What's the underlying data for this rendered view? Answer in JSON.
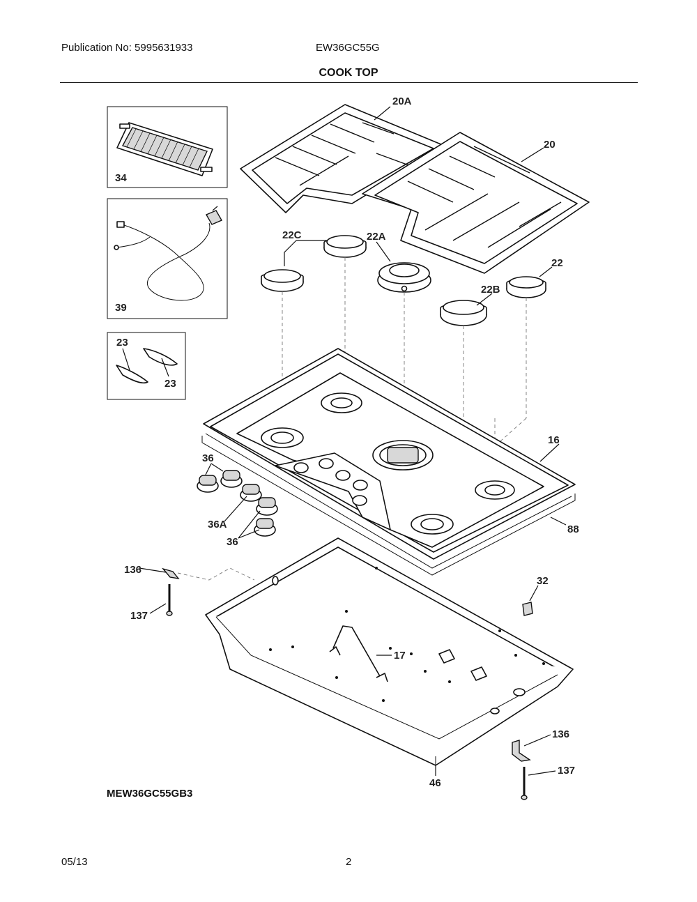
{
  "header": {
    "publication": "Publication No: 5995631933",
    "model": "EW36GC55G",
    "section_title": "COOK TOP"
  },
  "footer": {
    "date": "05/13",
    "page": "2",
    "variant": "MEW36GC55GB3"
  },
  "callouts": {
    "c20A": "20A",
    "c20": "20",
    "c34": "34",
    "c39": "39",
    "c23a": "23",
    "c23b": "23",
    "c22C": "22C",
    "c22A": "22A",
    "c22": "22",
    "c22B": "22B",
    "c16": "16",
    "c36a": "36",
    "c36A": "36A",
    "c36b": "36",
    "c88": "88",
    "c136a": "136",
    "c137a": "137",
    "c32": "32",
    "c17": "17",
    "c136b": "136",
    "c137b": "137",
    "c46": "46"
  }
}
